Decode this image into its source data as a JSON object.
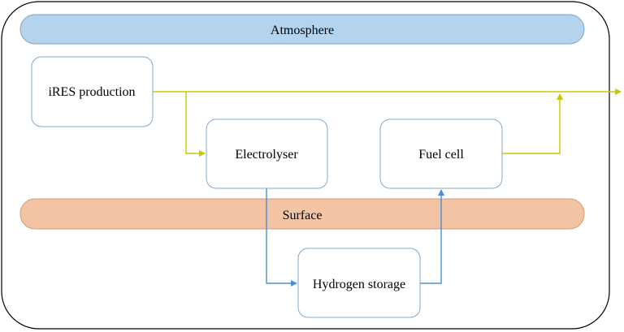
{
  "layers": {
    "atmosphere": "Atmosphere",
    "surface": "Surface"
  },
  "nodes": {
    "ires": "iRES production",
    "electrolyser": "Electrolyser",
    "fuel_cell": "Fuel cell",
    "hydrogen_storage": "Hydrogen storage"
  },
  "colors": {
    "atmosphere_fill": "#b4d3ec",
    "atmosphere_stroke": "#7ea6c9",
    "surface_fill": "#f2c4a4",
    "surface_stroke": "#d49a74",
    "node_stroke": "#7fa8cf",
    "electric_flow": "#c8c800",
    "hydrogen_flow": "#4a8fd0",
    "frame_stroke": "#000000"
  }
}
